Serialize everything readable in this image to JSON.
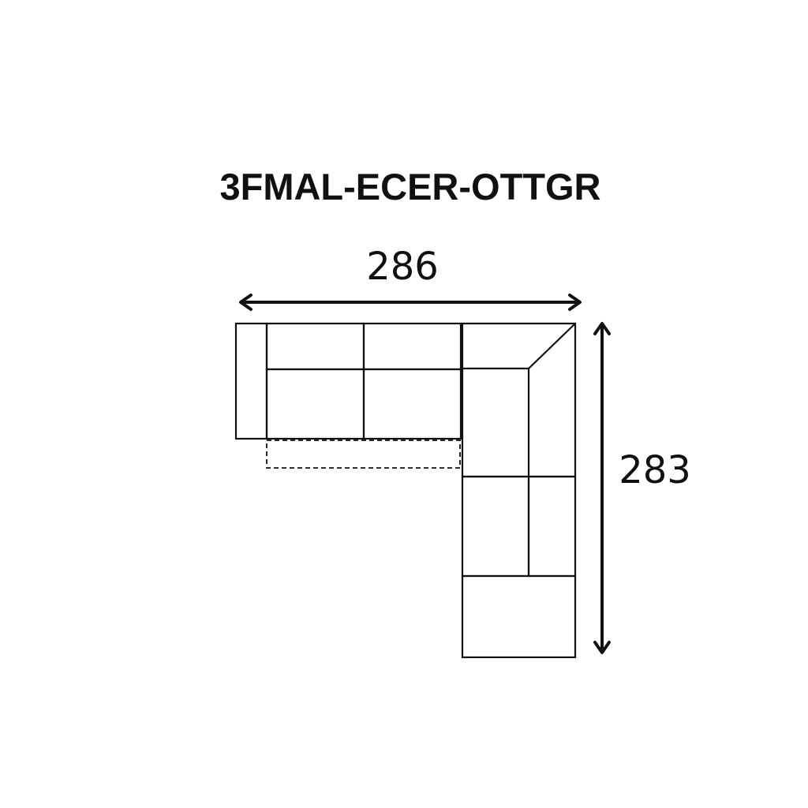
{
  "title": "3FMAL-ECER-OTTGR",
  "dimensions": {
    "width": "286",
    "depth": "283"
  },
  "colors": {
    "line": "#111111",
    "background": "#ffffff"
  }
}
